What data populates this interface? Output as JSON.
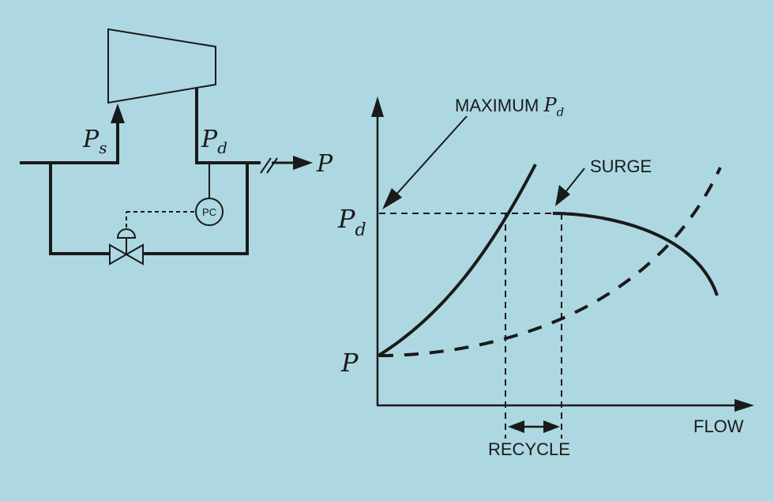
{
  "colors": {
    "background": "#add8e1",
    "ink": "#1a1a1a"
  },
  "schematic": {
    "suction_label": "P",
    "suction_sub": "s",
    "discharge_label": "P",
    "discharge_sub": "d",
    "outlet_label": "P",
    "controller_label": "PC",
    "components": [
      "compressor",
      "suction-line",
      "discharge-line",
      "recycle-line",
      "control-valve",
      "pressure-controller",
      "outlet-arrow"
    ]
  },
  "chart_data": {
    "type": "line",
    "title": "",
    "xlabel": "FLOW",
    "ylabel": "",
    "y_tick_labels": [
      {
        "label": "P",
        "sub": "d",
        "meaning": "discharge pressure setpoint"
      },
      {
        "label": "P",
        "sub": "",
        "meaning": "outlet pressure"
      }
    ],
    "annotations": [
      {
        "text": "MAXIMUM ",
        "italic_text": "P",
        "sub": "d",
        "points_to": "Pd on y-axis"
      },
      {
        "text": "SURGE",
        "points_to": "start of compressor curve"
      },
      {
        "text": "RECYCLE",
        "spans": "between system curve crossing and surge point"
      }
    ],
    "series": [
      {
        "name": "recycle system curve",
        "style": "solid",
        "description": "rises steeply from P",
        "values": [
          [
            0,
            0
          ],
          [
            0.2,
            0.27
          ],
          [
            0.4,
            0.62
          ],
          [
            0.47,
            0.8
          ],
          [
            0.5,
            0.9
          ]
        ]
      },
      {
        "name": "compressor curve",
        "style": "solid",
        "description": "starts at surge point, falls with flow",
        "values": [
          [
            0.6,
            0.8
          ],
          [
            0.72,
            0.75
          ],
          [
            0.82,
            0.64
          ],
          [
            0.9,
            0.51
          ]
        ]
      },
      {
        "name": "system resistance curve",
        "style": "dashed",
        "description": "rises gently from P",
        "values": [
          [
            0,
            0
          ],
          [
            0.2,
            0.05
          ],
          [
            0.4,
            0.16
          ],
          [
            0.6,
            0.34
          ],
          [
            0.8,
            0.6
          ],
          [
            0.93,
            0.9
          ]
        ]
      }
    ],
    "reference_lines": [
      {
        "type": "horizontal",
        "style": "dashed",
        "at": "Pd"
      },
      {
        "type": "vertical",
        "style": "dashed",
        "at": "system curve crossing Pd"
      },
      {
        "type": "vertical",
        "style": "dashed",
        "at": "surge flow"
      }
    ],
    "grid": false,
    "legend": "none"
  }
}
